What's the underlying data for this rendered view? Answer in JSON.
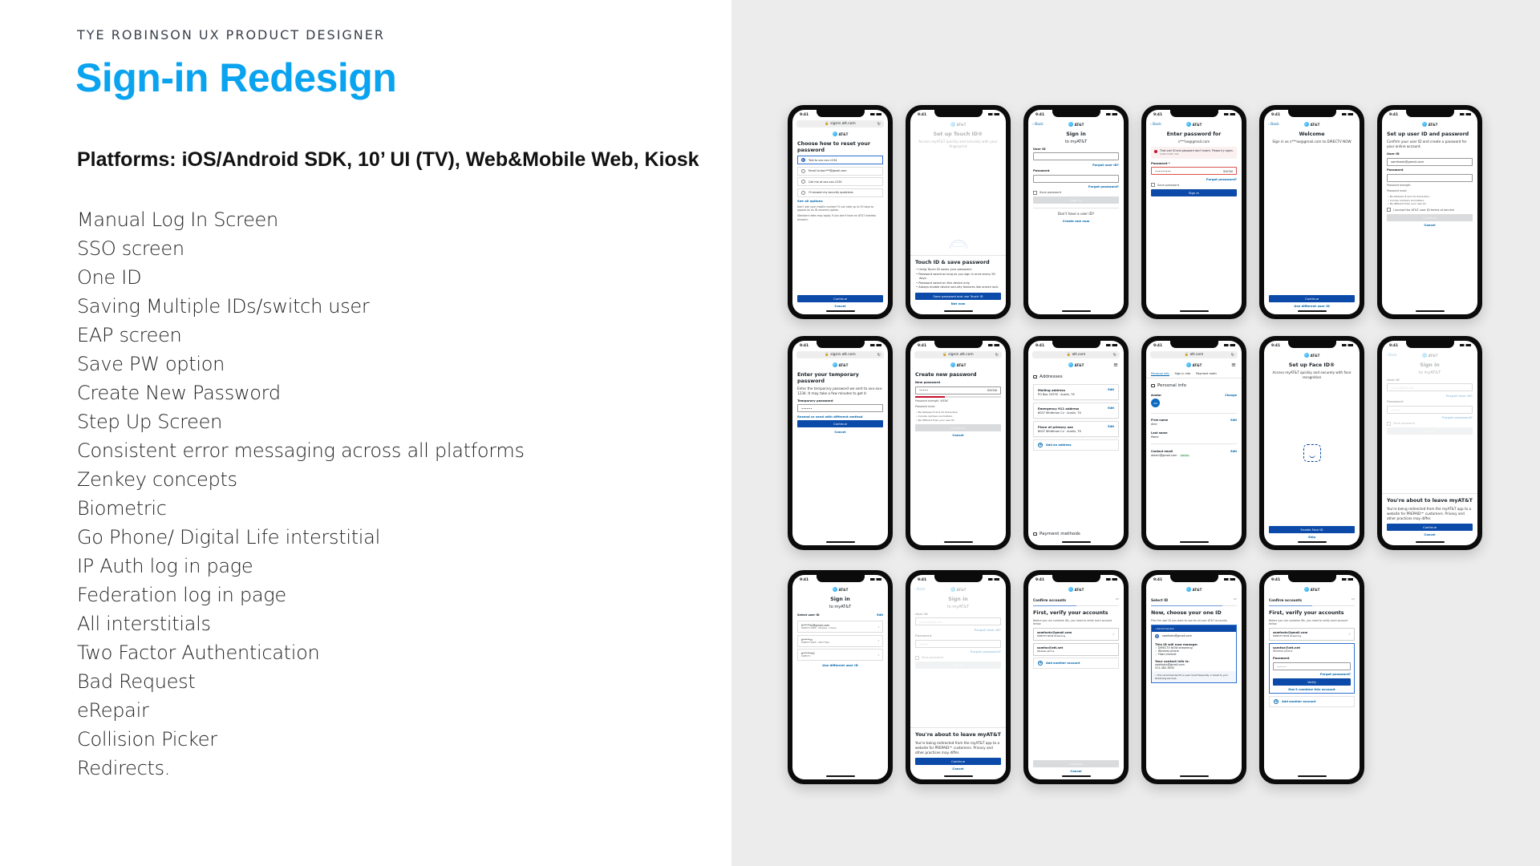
{
  "header": {
    "kicker": "TYE ROBINSON UX PRODUCT DESIGNER",
    "title": "Sign-in Redesign",
    "platforms": "Platforms: iOS/Android SDK, 10’ UI (TV), Web&Mobile Web, Kiosk"
  },
  "features": [
    "Manual Log In Screen",
    "SSO screen",
    "One ID",
    "Saving Multiple IDs/switch user",
    "EAP screen",
    "Save PW option",
    "Create New Password",
    "Step Up Screen",
    "Consistent error messaging across all platforms",
    "Zenkey concepts",
    "Biometric",
    "Go Phone/ Digital Life interstitial",
    "IP Auth log in page",
    "Federation log in page",
    "All interstitials",
    "Two Factor Authentication",
    "Bad Request",
    "eRepair",
    "Collision Picker",
    "Redirects."
  ],
  "colors": {
    "accent": "#0aa3ef",
    "button": "#0b4aa8",
    "link": "#0568ae",
    "panel": "#ececec"
  },
  "phone_common": {
    "time": "9:41",
    "logo": "AT&T",
    "back": "Back"
  },
  "phones": [
    {
      "url": "signin.att.com",
      "items": [
        {
          "t": "h",
          "text": "Choose how to reset your password"
        },
        {
          "t": "radio",
          "text": "Text to xxx-xxx-1234",
          "sel": true
        },
        {
          "t": "radio",
          "text": "Email to bon***@gmail.com"
        },
        {
          "t": "radio",
          "text": "Call me at xxx-xxx-1234"
        },
        {
          "t": "radio",
          "text": "I'll answer my security questions"
        },
        {
          "t": "link",
          "text": "See all options"
        },
        {
          "t": "small",
          "text": "Don't see your mobile number? It can take up to 30 days to appear as an ID recovery option."
        },
        {
          "t": "small",
          "text": "Standard rates may apply. If you don't have an AT&T wireless account."
        },
        {
          "t": "spacer"
        },
        {
          "t": "btn",
          "text": "Continue"
        },
        {
          "t": "link",
          "text": "Cancel",
          "align": "c"
        }
      ]
    },
    {
      "faded": true,
      "items": [
        {
          "t": "h",
          "text": "Set up Touch ID®",
          "align": "c"
        },
        {
          "t": "p",
          "text": "Access myAT&T quickly and securely with your fingerprint",
          "align": "c"
        },
        {
          "t": "spacer"
        },
        {
          "t": "icon",
          "icon": "fingerprint"
        }
      ],
      "sheet": [
        {
          "t": "h",
          "text": "Touch ID & save password"
        },
        {
          "t": "bul",
          "list": [
            "Using Touch ID saves your password.",
            "Password saved as long as you sign in once every 90 days.",
            "Password saved on this device only.",
            "Always enable device security features like screen lock."
          ]
        },
        {
          "t": "btn",
          "text": "Save password and use Touch ID"
        },
        {
          "t": "link",
          "text": "Not now",
          "align": "c"
        }
      ]
    },
    {
      "back": true,
      "items": [
        {
          "t": "h",
          "text": "Sign in",
          "align": "c"
        },
        {
          "t": "sub",
          "text": "to myAT&T",
          "align": "c"
        },
        {
          "t": "lbl",
          "text": "User ID"
        },
        {
          "t": "input",
          "value": ""
        },
        {
          "t": "link",
          "text": "Forgot user ID?",
          "align": "r"
        },
        {
          "t": "lbl",
          "text": "Password"
        },
        {
          "t": "input",
          "value": ""
        },
        {
          "t": "link",
          "text": "Forgot password?",
          "align": "r"
        },
        {
          "t": "chk",
          "text": "Save password"
        },
        {
          "t": "btn",
          "text": "Sign in",
          "dis": true
        },
        {
          "t": "div"
        },
        {
          "t": "p",
          "text": "Don't have a user ID?",
          "align": "c"
        },
        {
          "t": "link",
          "text": "Create one now",
          "align": "c"
        }
      ]
    },
    {
      "back": true,
      "items": [
        {
          "t": "h",
          "text": "Enter password for",
          "align": "c"
        },
        {
          "t": "p",
          "text": "s***ox@gmail.com",
          "align": "c"
        },
        {
          "t": "err",
          "text": "That user ID and password don't match. Please try again.",
          "code": "CASE CODE: 201"
        },
        {
          "t": "lbl",
          "text": "Password *"
        },
        {
          "t": "input",
          "value": "•••••••••",
          "right": "SHOW",
          "err": true
        },
        {
          "t": "link",
          "text": "Forgot password?",
          "align": "r"
        },
        {
          "t": "chk",
          "text": "Save password"
        },
        {
          "t": "btn",
          "text": "Sign in"
        }
      ]
    },
    {
      "back": true,
      "items": [
        {
          "t": "h",
          "text": "Welcome",
          "align": "c"
        },
        {
          "t": "p",
          "text": "Sign in as s***ox@gmail.com to DIRECTV NOW",
          "align": "c"
        },
        {
          "t": "spacer"
        },
        {
          "t": "btn",
          "text": "Continue"
        },
        {
          "t": "link",
          "text": "Use different user ID",
          "align": "c"
        }
      ]
    },
    {
      "items": [
        {
          "t": "h",
          "text": "Set up user ID and password"
        },
        {
          "t": "p",
          "text": "Confirm your user ID and create a password for your online account."
        },
        {
          "t": "lbl",
          "text": "User ID"
        },
        {
          "t": "input",
          "value": "samfoxtx@gmail.com"
        },
        {
          "t": "lbl",
          "text": "Password"
        },
        {
          "t": "input",
          "value": ""
        },
        {
          "t": "small",
          "text": "Password strength:"
        },
        {
          "t": "small",
          "text": "Password must:"
        },
        {
          "t": "bul",
          "sm": true,
          "list": [
            "Be between 8 and 24 characters.",
            "Include numbers and letters.",
            "Be different than your user ID."
          ]
        },
        {
          "t": "chk",
          "text": "I accept the AT&T user ID terms of service"
        },
        {
          "t": "btn",
          "text": "Continue",
          "dis": true
        },
        {
          "t": "link",
          "text": "Cancel",
          "align": "c"
        }
      ]
    },
    {
      "url": "signin.att.com",
      "items": [
        {
          "t": "h",
          "text": "Enter your temporary password"
        },
        {
          "t": "p",
          "text": "Enter the temporary password we sent to xxx-xxx-1234. It may take a few minutes to get it."
        },
        {
          "t": "lbl",
          "text": "Temporary password"
        },
        {
          "t": "input",
          "value": "••••••"
        },
        {
          "t": "link",
          "text": "Resend or send with different method"
        },
        {
          "t": "btn",
          "text": "Continue"
        },
        {
          "t": "link",
          "text": "Cancel",
          "align": "c"
        }
      ]
    },
    {
      "url": "signin.att.com",
      "items": [
        {
          "t": "h",
          "text": "Create new password"
        },
        {
          "t": "lbl",
          "text": "New password"
        },
        {
          "t": "input",
          "value": "•••••",
          "right": "SHOW"
        },
        {
          "t": "strength"
        },
        {
          "t": "small",
          "text": "Password strength: WEAK"
        },
        {
          "t": "small",
          "text": "Password must:"
        },
        {
          "t": "bul",
          "sm": true,
          "list": [
            "Be between 8 and 24 characters.",
            "Include numbers and letters.",
            "Be different than your user ID."
          ]
        },
        {
          "t": "btn",
          "text": "Continue",
          "dis": true
        },
        {
          "t": "link",
          "text": "Cancel",
          "align": "c"
        }
      ]
    },
    {
      "url": "att.com",
      "menu": true,
      "items": [
        {
          "t": "sec",
          "text": "Addresses"
        },
        {
          "t": "card",
          "title": "Mailing address",
          "value": "PO Box 20378 · Austin, TX",
          "action": "Edit"
        },
        {
          "t": "card",
          "title": "Emergency 911 address",
          "value": "8007 Whittman Cv · Austin, TX",
          "action": "Edit"
        },
        {
          "t": "card",
          "title": "Place of primary use",
          "value": "8007 Whittman Cv · Austin, TX",
          "action": "Edit"
        },
        {
          "t": "add",
          "text": "Add an address"
        },
        {
          "t": "spacer"
        },
        {
          "t": "sec",
          "text": "Payment methods"
        }
      ]
    },
    {
      "url": "att.com",
      "menu": true,
      "items": [
        {
          "t": "tabs",
          "list": [
            "Personal info",
            "Sign in info",
            "Payment meth"
          ]
        },
        {
          "t": "sec",
          "text": "Personal info"
        },
        {
          "t": "field",
          "title": "Avatar",
          "action": "Change",
          "avatar": "AM"
        },
        {
          "t": "div"
        },
        {
          "t": "field",
          "title": "First name",
          "value": "Alex",
          "action": "Edit"
        },
        {
          "t": "field",
          "title": "Last name",
          "value": "Mane"
        },
        {
          "t": "div"
        },
        {
          "t": "field",
          "title": "Contact email",
          "value": "alexm@gmail.com",
          "badge": "VERIFIED",
          "action": "Edit"
        }
      ]
    },
    {
      "items": [
        {
          "t": "h",
          "text": "Set up Face ID®",
          "align": "c"
        },
        {
          "t": "p",
          "text": "Access myAT&T quickly and securely with face recognition",
          "align": "c"
        },
        {
          "t": "spacer"
        },
        {
          "t": "icon",
          "icon": "faceid"
        },
        {
          "t": "spacer"
        },
        {
          "t": "btn",
          "text": "Enable Face ID"
        },
        {
          "t": "link",
          "text": "Skip",
          "align": "c"
        }
      ]
    },
    {
      "back": true,
      "faded": true,
      "items": [
        {
          "t": "h",
          "text": "Sign in",
          "align": "c"
        },
        {
          "t": "sub",
          "text": "to myAT&T",
          "align": "c"
        },
        {
          "t": "lbl",
          "text": "User ID"
        },
        {
          "t": "input",
          "value": "",
          "placeholder": "yourid@att.net"
        },
        {
          "t": "link",
          "text": "Forgot User ID?",
          "align": "r"
        },
        {
          "t": "lbl",
          "text": "Password"
        },
        {
          "t": "input",
          "value": "———"
        },
        {
          "t": "link",
          "text": "Forgot password?",
          "align": "r"
        },
        {
          "t": "chk",
          "text": "Save password"
        },
        {
          "t": "btn",
          "text": "Sign in",
          "dis": true
        }
      ],
      "sheet": [
        {
          "t": "h",
          "text": "You're about to leave myAT&T"
        },
        {
          "t": "p",
          "text": "You're being redirected from the myAT&T app to a website for PREPAID℠ customers. Privacy and other practices may differ."
        },
        {
          "t": "btn",
          "text": "Continue"
        },
        {
          "t": "link",
          "text": "Cancel",
          "align": "c"
        }
      ]
    },
    {
      "items": [
        {
          "t": "h",
          "text": "Sign in",
          "align": "c"
        },
        {
          "t": "sub",
          "text": "to myAT&T",
          "align": "c"
        },
        {
          "t": "field",
          "title": "Select user ID",
          "action": "Edit"
        },
        {
          "t": "idc",
          "title": "b*****tx@gmail.com",
          "sub": "DIRECTV NOW · Wireless · Uverse"
        },
        {
          "t": "idc",
          "title": "b*****xr",
          "sub": "DIRECTV NOW · AT&T Fiber"
        },
        {
          "t": "idc",
          "title": "b******43",
          "sub": "DIRECTV"
        },
        {
          "t": "link",
          "text": "Use different user ID",
          "align": "c"
        }
      ]
    },
    {
      "back": true,
      "faded": true,
      "items": [
        {
          "t": "h",
          "text": "Sign in",
          "align": "c"
        },
        {
          "t": "sub",
          "text": "to myAT&T",
          "align": "c"
        },
        {
          "t": "lbl",
          "text": "User ID"
        },
        {
          "t": "input",
          "value": "",
          "placeholder": "yourid@att.net"
        },
        {
          "t": "link",
          "text": "Forgot User ID?",
          "align": "r"
        },
        {
          "t": "lbl",
          "text": "Password"
        },
        {
          "t": "input",
          "value": "———"
        },
        {
          "t": "link",
          "text": "Forgot password?",
          "align": "r"
        },
        {
          "t": "chk",
          "text": "Save password"
        },
        {
          "t": "btn",
          "text": "Sign in",
          "dis": true
        }
      ],
      "sheet": [
        {
          "t": "h",
          "text": "You're about to leave myAT&T"
        },
        {
          "t": "p",
          "text": "You're being redirected from the myAT&T app to a website for PREPAID℠ customers. Privacy and other practices may differ."
        },
        {
          "t": "btn",
          "text": "Continue"
        },
        {
          "t": "link",
          "text": "Cancel",
          "align": "c"
        }
      ]
    },
    {
      "items": [
        {
          "t": "step",
          "title": "Confirm accounts",
          "count": "2/5",
          "progress": 0.5
        },
        {
          "t": "h",
          "text": "First, verify your accounts"
        },
        {
          "t": "small",
          "text": "Before you can combine IDs, you need to verify each account below."
        },
        {
          "t": "acct",
          "title": "samfoxtx@gmail.com",
          "sub": "DIRECTV NOW streaming",
          "ok": true
        },
        {
          "t": "acct",
          "title": "samfox@att.net",
          "sub": "Wireless phone"
        },
        {
          "t": "add",
          "text": "Add another account"
        },
        {
          "t": "spacer"
        },
        {
          "t": "btn",
          "text": "Continue",
          "dis": true
        },
        {
          "t": "link",
          "text": "Cancel",
          "align": "c"
        }
      ]
    },
    {
      "items": [
        {
          "t": "step",
          "title": "Select ID",
          "count": "4/5",
          "progress": 0.83
        },
        {
          "t": "h",
          "text": "Now, choose your one ID"
        },
        {
          "t": "small",
          "text": "Pick the user ID you want to use for all your AT&T accounts."
        },
        {
          "t": "reco",
          "header": "Recommended",
          "option": "samfoxtx@gmail.com",
          "manage_title": "This ID will now manage:",
          "manage": [
            "DIRECTV NOW streaming",
            "Wireless phone",
            "Fiber internet"
          ],
          "contact_title": "Your contact info is:",
          "contact": [
            "samfoxtx@gmail.com",
            "512-362-3633"
          ],
          "note": "This recommended ID is used most frequently or linked to your streaming services."
        }
      ]
    },
    {
      "items": [
        {
          "t": "step",
          "title": "Confirm accounts",
          "count": "2/5",
          "progress": 0.5
        },
        {
          "t": "h",
          "text": "First, verify your accounts"
        },
        {
          "t": "small",
          "text": "Before you can combine IDs, you need to verify each account below."
        },
        {
          "t": "acct",
          "title": "samfoxtx@gmail.com",
          "sub": "DIRECTV NOW streaming",
          "ok": true
        },
        {
          "t": "acctx",
          "title": "samfox@att.net",
          "sub": "Wireless phone",
          "label": "Password",
          "value": "———",
          "forgot": "Forgot password?",
          "verify": "Verify",
          "skip": "Don't combine this account"
        },
        {
          "t": "add",
          "text": "Add another account"
        }
      ]
    }
  ]
}
